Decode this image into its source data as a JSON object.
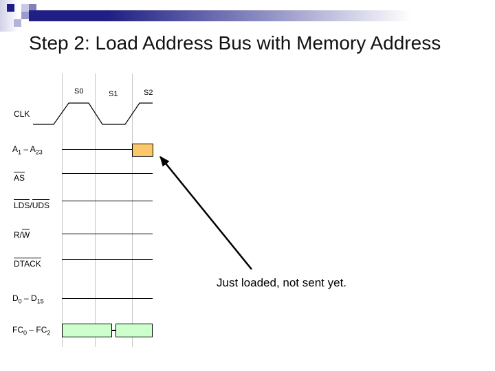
{
  "slide": {
    "title": "Step 2: Load Address Bus with Memory Address",
    "annotation": "Just loaded, not sent yet."
  },
  "diagram": {
    "type": "timing-diagram",
    "states": [
      "S0",
      "S1",
      "S2"
    ],
    "signals": {
      "clk": "CLK",
      "addr": {
        "b1": "A",
        "s1": "1",
        "b2": " – A",
        "s2": "23"
      },
      "as": "AS",
      "lds_uds": {
        "p1": "LDS",
        "sep": "/",
        "p2": "UDS"
      },
      "rw": {
        "p1": "R/",
        "p2": "W"
      },
      "dtack": "DTACK",
      "data": {
        "b1": "D",
        "s1": "0",
        "b2": " – D",
        "s2": "15"
      },
      "fc": {
        "b1": "FC",
        "s1": "0",
        "b2": " – FC",
        "s2": "2"
      }
    },
    "notes": {
      "address_box": "address value just loaded at S2 (orange)",
      "fc_boxes": "function code valid (green), transition notch between old and new value"
    }
  },
  "colors": {
    "accent_navy": "#1f1f85",
    "square_navy": "#1c1c85",
    "square_pale": "#c9c9e6",
    "square_slate": "#8080ba",
    "square_medium": "#9a9ace",
    "square_lavender": "#b4b4d9",
    "gridline": "#c6c6c6",
    "address_box_fill": "#fbc76a",
    "fc_box_fill": "#ccffcc",
    "title_color": "#121212"
  }
}
